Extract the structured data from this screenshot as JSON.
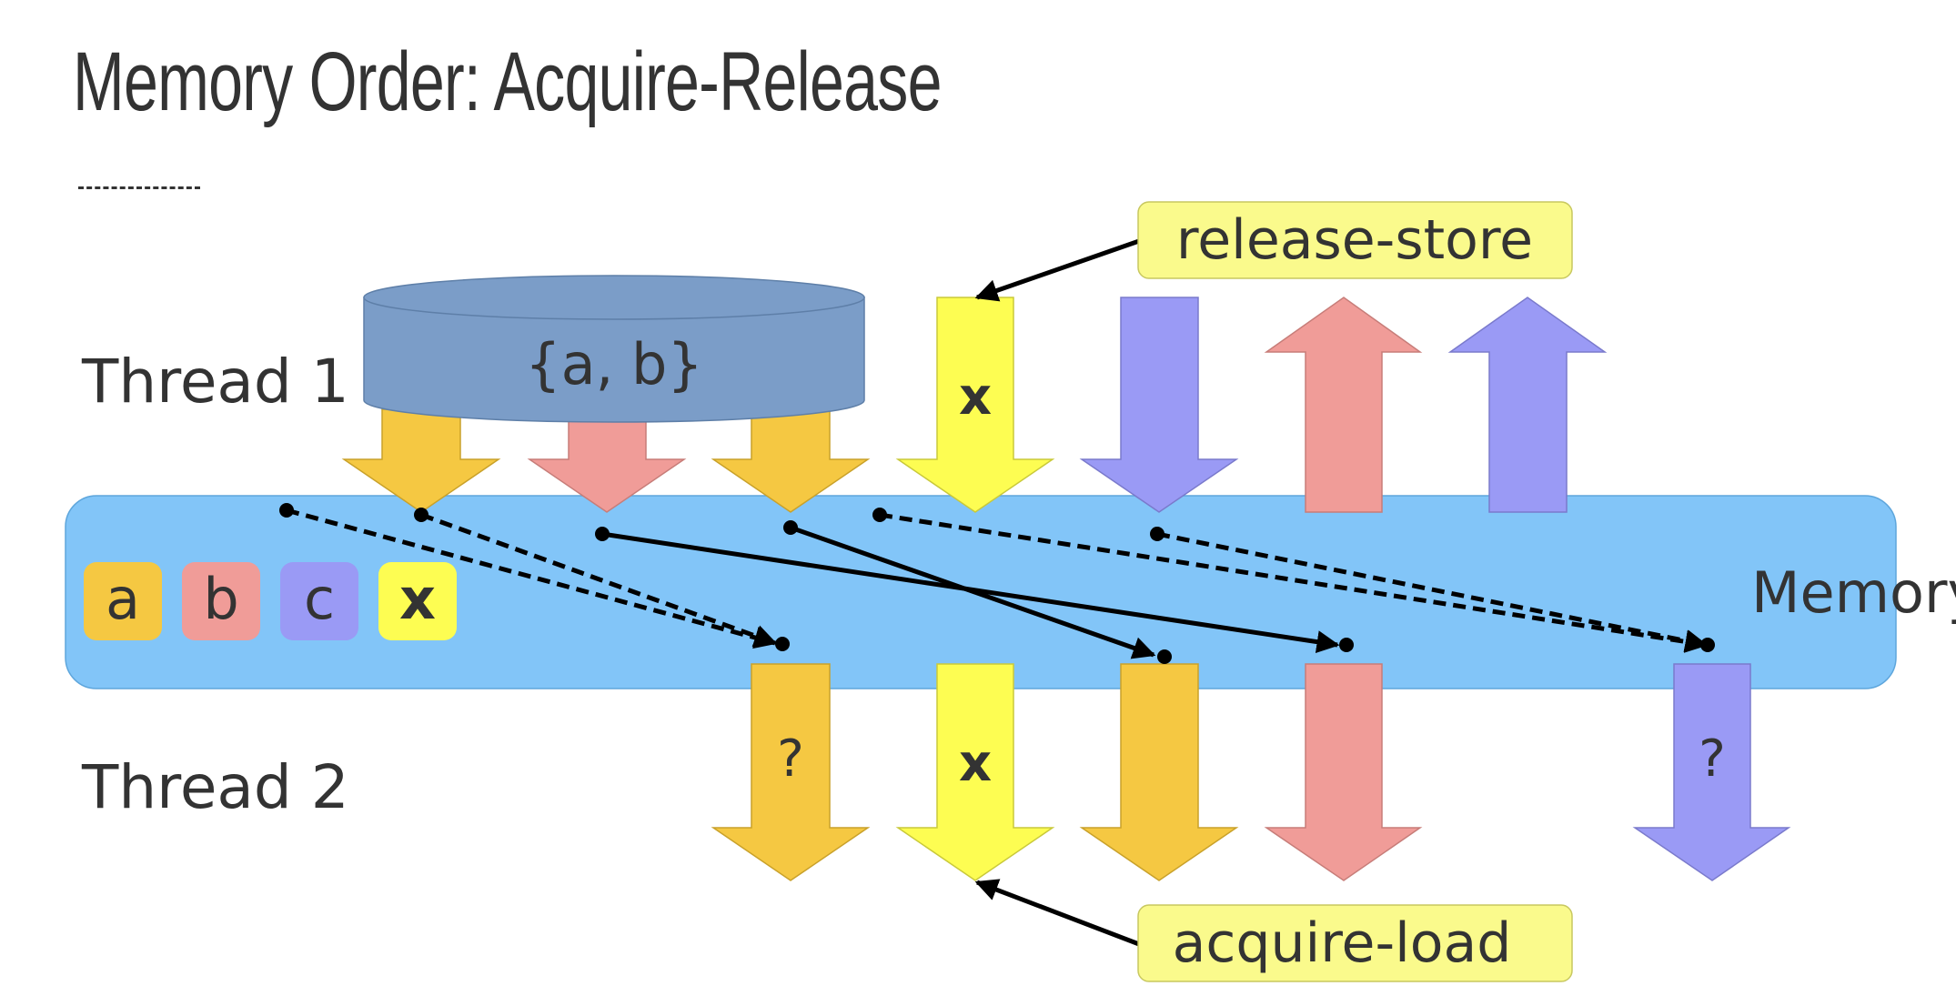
{
  "title": "Memory Order: Acquire-Release",
  "thread1": {
    "label": "Thread 1",
    "stored_set": "{a, b}"
  },
  "thread2": {
    "label": "Thread 2"
  },
  "memory": {
    "label": "Memory",
    "variables": [
      "a",
      "b",
      "c",
      "x"
    ]
  },
  "operations": {
    "thread1_x": "x",
    "thread2_x": "x",
    "thread2_unknown_a": "?",
    "thread2_unknown_c": "?"
  },
  "callouts": {
    "release": "release-store",
    "acquire": "acquire-load"
  },
  "colors": {
    "a": "#f5c842",
    "b": "#f09c98",
    "c": "#9a9af5",
    "x": "#fdfd52",
    "memory_band": "#82c5f8",
    "cylinder": "#7b9dc8",
    "callout": "#fafa8c"
  }
}
